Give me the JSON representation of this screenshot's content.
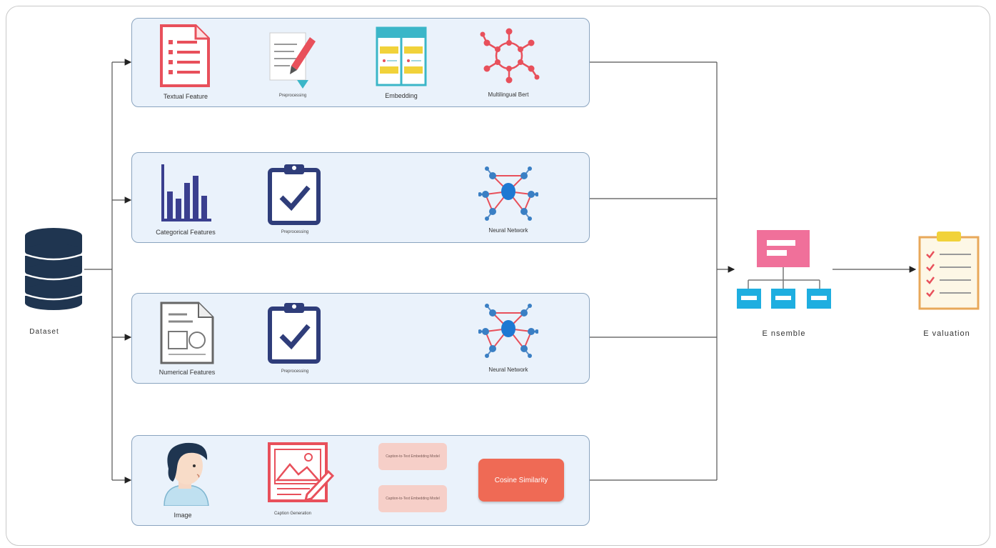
{
  "dataset": {
    "label": "Dataset"
  },
  "ensemble": {
    "label": "E nsemble"
  },
  "evaluation": {
    "label": "E valuation"
  },
  "row1": {
    "source": "Textual Feature",
    "step1": "Preprocessing",
    "step2": "Embedding",
    "model": "Multilingual Bert"
  },
  "row2": {
    "source": "Categorical Features",
    "step1": "Preprocessing",
    "model": "Neural Network"
  },
  "row3": {
    "source": "Numerical Features",
    "step1": "Preprocessing",
    "model": "Neural Network"
  },
  "row4": {
    "source": "Image",
    "step1": "Caption Generation",
    "branch_a": "Caption-to-Text Embedding Model",
    "branch_b": "Caption-to-Text Embedding Model",
    "model": "Cosine Similarity"
  }
}
